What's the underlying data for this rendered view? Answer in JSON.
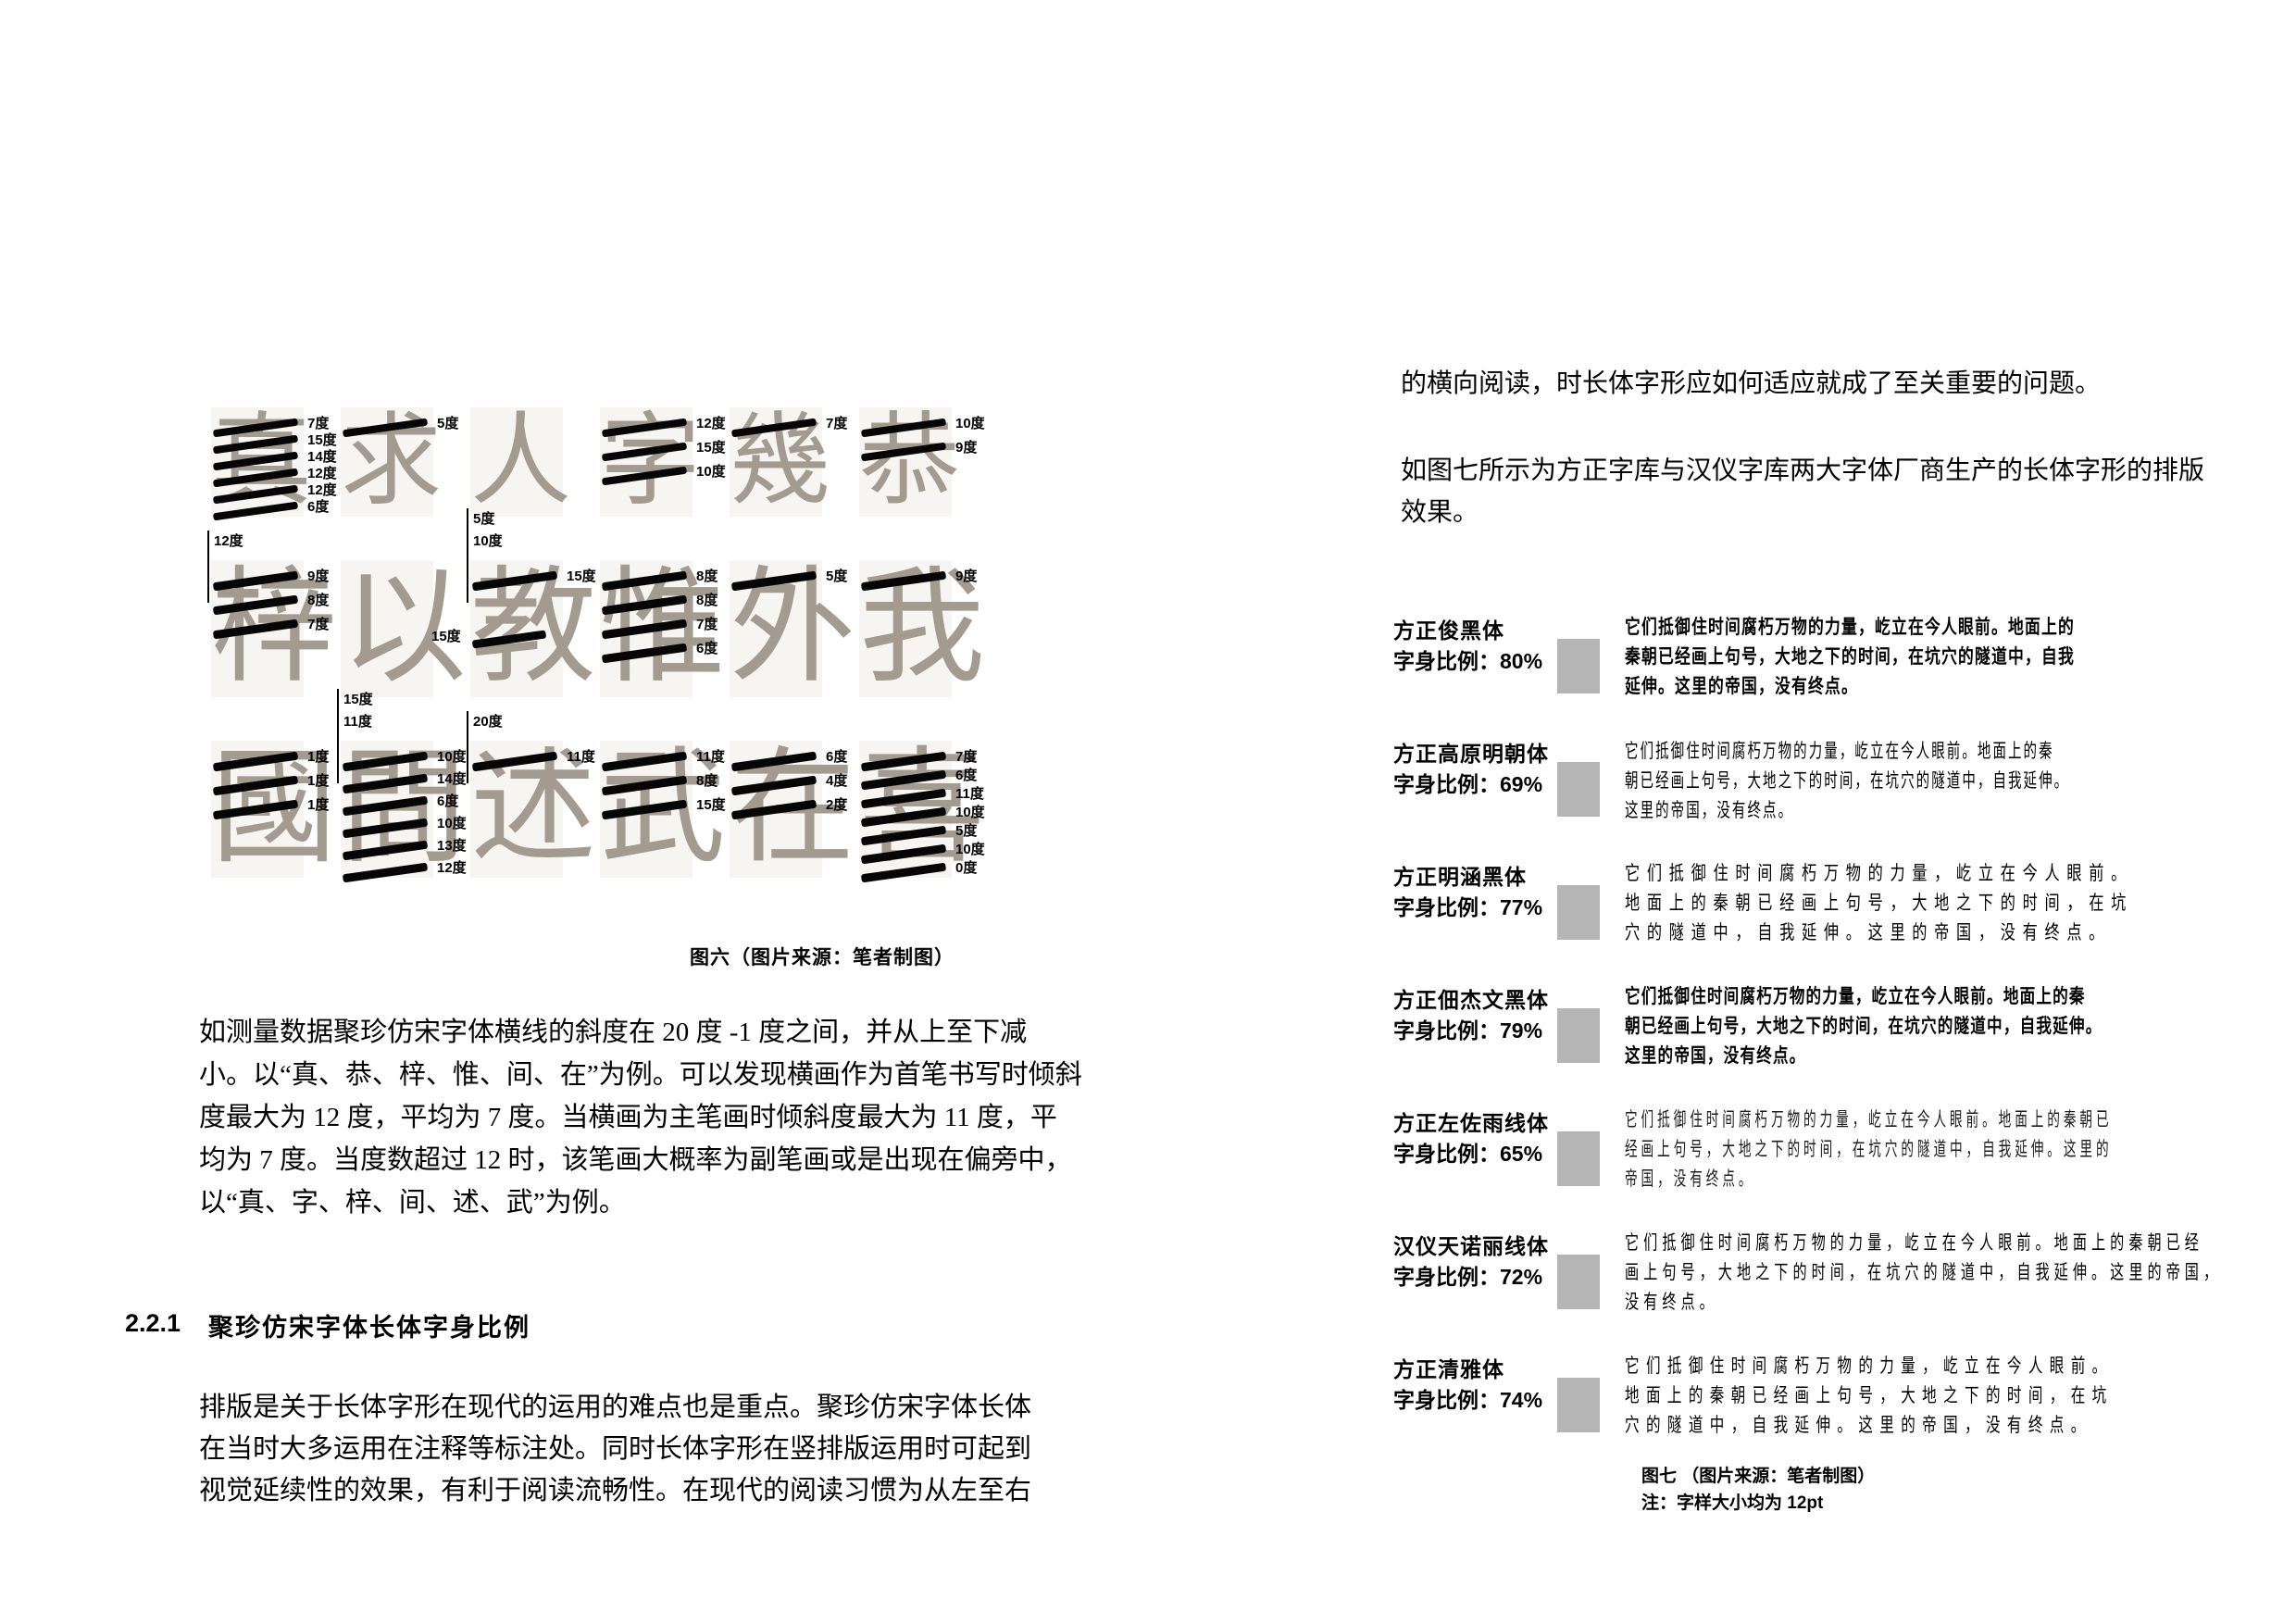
{
  "left_page": {
    "figure6": {
      "caption": "图六（图片来源：笔者制图）",
      "rows": [
        [
          {
            "char": "真",
            "right": [
              "7度",
              "15度",
              "14度",
              "12度",
              "12度",
              "6度"
            ]
          },
          {
            "char": "求",
            "right": [
              "5度"
            ]
          },
          {
            "char": "人",
            "right": []
          },
          {
            "char": "字",
            "right": [
              "12度",
              "15度",
              "10度"
            ]
          },
          {
            "char": "幾",
            "right": [
              "7度"
            ]
          },
          {
            "char": "恭",
            "right": [
              "10度",
              "9度"
            ]
          }
        ],
        [
          {
            "char": "梓",
            "bracket": [
              "12度"
            ],
            "right": [
              "9度",
              "8度",
              "7度"
            ]
          },
          {
            "char": "以",
            "right": []
          },
          {
            "char": "教",
            "bracket": [
              "5度",
              "10度"
            ],
            "left": [
              "15度"
            ],
            "right": [
              "15度"
            ]
          },
          {
            "char": "惟",
            "right": [
              "8度",
              "8度",
              "7度",
              "6度"
            ]
          },
          {
            "char": "外",
            "right": [
              "5度"
            ]
          },
          {
            "char": "我",
            "right": [
              "9度"
            ]
          }
        ],
        [
          {
            "char": "國",
            "right": [
              "1度",
              "1度",
              "1度"
            ]
          },
          {
            "char": "間",
            "bracket": [
              "15度",
              "11度"
            ],
            "right": [
              "10度",
              "14度",
              "6度",
              "10度",
              "13度",
              "12度"
            ]
          },
          {
            "char": "述",
            "bracket": [
              "20度"
            ],
            "right": [
              "11度"
            ]
          },
          {
            "char": "武",
            "right": [
              "11度",
              "8度",
              "15度"
            ]
          },
          {
            "char": "在",
            "right": [
              "6度",
              "4度",
              "2度"
            ]
          },
          {
            "char": "喜",
            "right": [
              "7度",
              "6度",
              "11度",
              "10度",
              "5度",
              "10度",
              "0度"
            ]
          }
        ]
      ]
    },
    "para1_lines": [
      "如测量数据聚珍仿宋字体横线的斜度在 20 度 -1 度之间，并从上至下减",
      "小。以“真、恭、梓、惟、间、在”为例。可以发现横画作为首笔书写时倾斜",
      "度最大为 12 度，平均为 7 度。当横画为主笔画时倾斜度最大为 11 度，平",
      "均为 7 度。当度数超过 12 时，该笔画大概率为副笔画或是出现在偏旁中，",
      "以“真、字、梓、间、述、武”为例。"
    ],
    "section": {
      "number": "2.2.1",
      "title": "聚珍仿宋字体长体字身比例"
    },
    "para2_lines": [
      "排版是关于长体字形在现代的运用的难点也是重点。聚珍仿宋字体长体",
      "在当时大多运用在注释等标注处。同时长体字形在竖排版运用时可起到",
      "视觉延续性的效果，有利于阅读流畅性。在现代的阅读习惯为从左至右"
    ]
  },
  "right_page": {
    "para_top_lines": [
      "的横向阅读，时长体字形应如何适应就成了至关重要的问题。"
    ],
    "para_intro_lines": [
      "如图七所示为方正字库与汉仪字库两大字体厂商生产的长体字形的排版",
      "效果。"
    ],
    "swatch_color": "#b5b5b5",
    "entries": [
      {
        "name": "方正俊黑体",
        "ratio_label": "字身比例：80%",
        "ratio_percent": 80,
        "style": "bold",
        "lines": [
          "它们抵御住时间腐朽万物的力量，屹立在今人眼前。地面上的",
          "秦朝已经画上句号，大地之下的时间，在坑穴的隧道中，自我",
          "延伸。这里的帝国，没有终点。"
        ]
      },
      {
        "name": "方正高原明朝体",
        "ratio_label": "字身比例：69%",
        "ratio_percent": 69,
        "style": "light-serif",
        "lines": [
          "它们抵御住时间腐朽万物的力量，屹立在今人眼前。地面上的秦",
          "朝已经画上句号，大地之下的时间，在坑穴的隧道中，自我延伸。",
          "这里的帝国，没有终点。"
        ]
      },
      {
        "name": "方正明涵黑体",
        "ratio_label": "字身比例：77%",
        "ratio_percent": 77,
        "style": "spaced",
        "lines": [
          "它们抵御住时间腐朽万物的力量，屹立在今人眼前。",
          "地面上的秦朝已经画上句号，大地之下的时间，在坑",
          "穴的隧道中，自我延伸。这里的帝国，没有终点。"
        ]
      },
      {
        "name": "方正佃杰文黑体",
        "ratio_label": "字身比例：79%",
        "ratio_percent": 79,
        "style": "bold",
        "lines": [
          "它们抵御住时间腐朽万物的力量，屹立在今人眼前。地面上的秦",
          "朝已经画上句号，大地之下的时间，在坑穴的隧道中，自我延伸。",
          "这里的帝国，没有终点。"
        ]
      },
      {
        "name": "方正左佐雨线体",
        "ratio_label": "字身比例：65%",
        "ratio_percent": 65,
        "style": "thin",
        "lines": [
          "它们抵御住时间腐朽万物的力量，屹立在今人眼前。地面上的秦朝已",
          "经画上句号，大地之下的时间，在坑穴的隧道中，自我延伸。这里的",
          "帝国，没有终点。"
        ]
      },
      {
        "name": "汉仪天诺丽线体",
        "ratio_label": "字身比例：72%",
        "ratio_percent": 72,
        "style": "regular",
        "lines": [
          "它们抵御住时间腐朽万物的力量，屹立在今人眼前。地面上的秦朝已经",
          "画上句号，大地之下的时间，在坑穴的隧道中，自我延伸。这里的帝国，",
          "没有终点。"
        ]
      },
      {
        "name": "方正清雅体",
        "ratio_label": "字身比例：74%",
        "ratio_percent": 74,
        "style": "spaced",
        "lines": [
          "它们抵御住时间腐朽万物的力量，屹立在今人眼前。",
          "地面上的秦朝已经画上句号，大地之下的时间，在坑",
          "穴的隧道中，自我延伸。这里的帝国，没有终点。"
        ]
      }
    ],
    "caption7_line1": "图七 （图片来源：笔者制图）",
    "caption7_line2": "注：字样大小均为 12pt"
  }
}
